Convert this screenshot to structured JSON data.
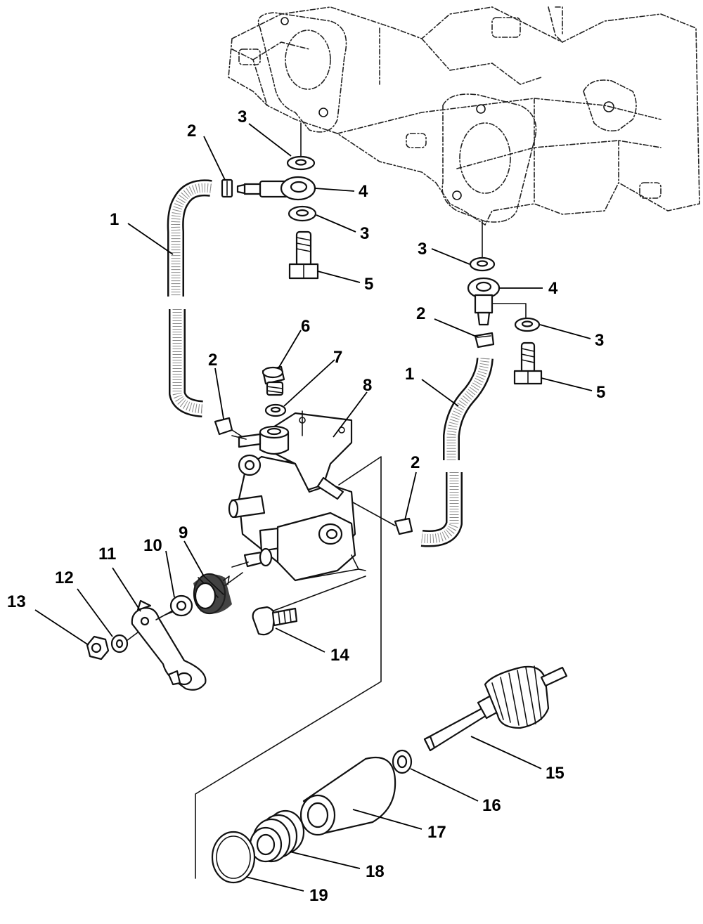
{
  "callouts": [
    {
      "id": "c1a",
      "text": "1"
    },
    {
      "id": "c2a",
      "text": "2"
    },
    {
      "id": "c3a",
      "text": "3"
    },
    {
      "id": "c4a",
      "text": "4"
    },
    {
      "id": "c3b",
      "text": "3"
    },
    {
      "id": "c5a",
      "text": "5"
    },
    {
      "id": "c3c",
      "text": "3"
    },
    {
      "id": "c4b",
      "text": "4"
    },
    {
      "id": "c2b",
      "text": "2"
    },
    {
      "id": "c3d",
      "text": "3"
    },
    {
      "id": "c5b",
      "text": "5"
    },
    {
      "id": "c6",
      "text": "6"
    },
    {
      "id": "c2c",
      "text": "2"
    },
    {
      "id": "c7",
      "text": "7"
    },
    {
      "id": "c8",
      "text": "8"
    },
    {
      "id": "c1b",
      "text": "1"
    },
    {
      "id": "c2d",
      "text": "2"
    },
    {
      "id": "c9",
      "text": "9"
    },
    {
      "id": "c10",
      "text": "10"
    },
    {
      "id": "c11",
      "text": "11"
    },
    {
      "id": "c12",
      "text": "12"
    },
    {
      "id": "c13",
      "text": "13"
    },
    {
      "id": "c14",
      "text": "14"
    },
    {
      "id": "c15",
      "text": "15"
    },
    {
      "id": "c16",
      "text": "16"
    },
    {
      "id": "c17",
      "text": "17"
    },
    {
      "id": "c18",
      "text": "18"
    },
    {
      "id": "c19",
      "text": "19"
    }
  ]
}
